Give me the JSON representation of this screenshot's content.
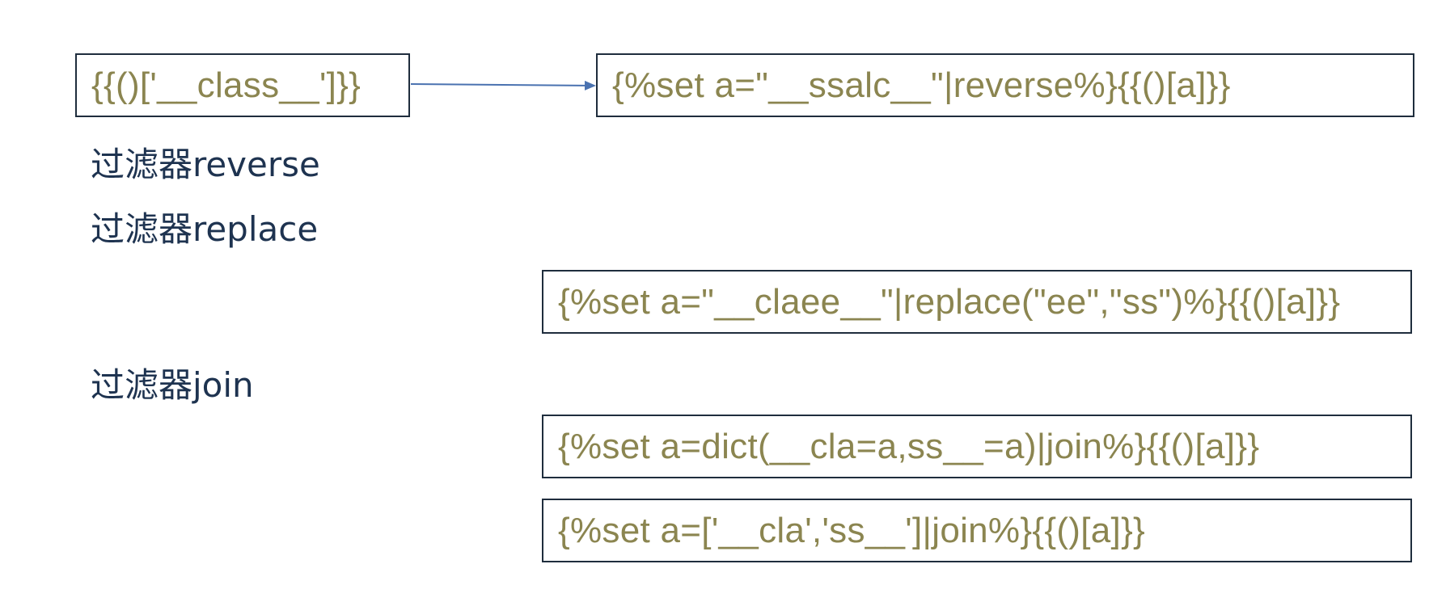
{
  "boxes": {
    "original": "{{()['__class__']}}",
    "reverse": "{%set a=\"__ssalc__\"|reverse%}{{()[a]}}",
    "replace": "{%set a=\"__claee__\"|replace(\"ee\",\"ss\")%}{{()[a]}}",
    "join_dict": "{%set a=dict(__cla=a,ss__=a)|join%}{{()[a]}}",
    "join_list": "{%set a=['__cla','ss__']|join%}{{()[a]}}"
  },
  "labels": {
    "reverse": "过滤器reverse",
    "replace": "过滤器replace",
    "join": "过滤器join"
  },
  "colors": {
    "code_text": "#8b8550",
    "label_text": "#1e3350",
    "box_border": "#1f2d3d",
    "arrow": "#4a72b0"
  }
}
